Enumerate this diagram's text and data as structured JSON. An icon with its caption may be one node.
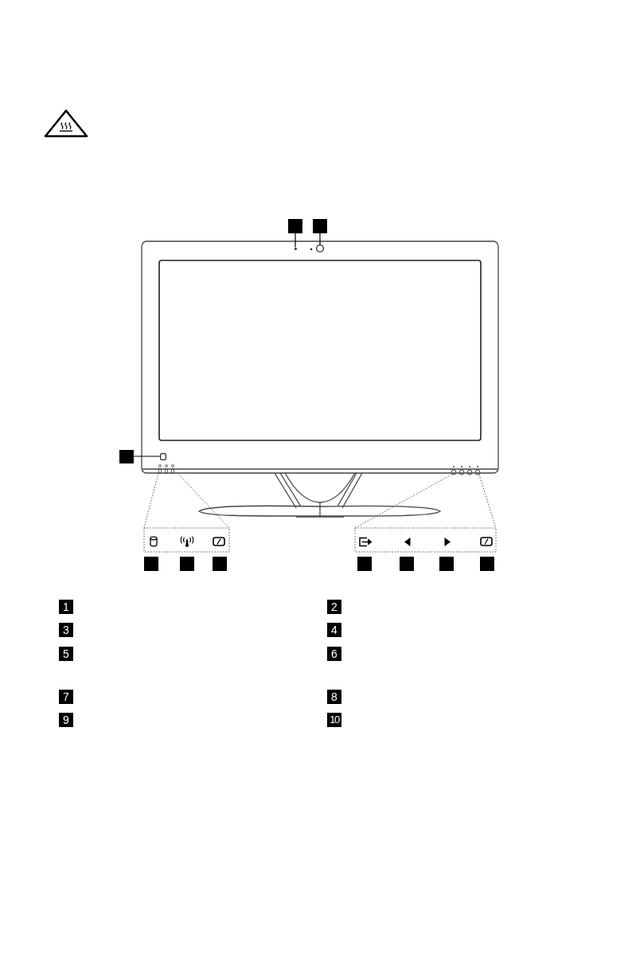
{
  "diagram": {
    "nodes": [
      {
        "text": [],
        "shape": "box"
      },
      {
        "text": [],
        "shape": "box"
      },
      {
        "text": [],
        "shape": "circle"
      },
      {
        "text": [],
        "shape": "circle"
      },
      {
        "text": [],
        "shape": "box"
      },
      {
        "text": [],
        "shape": "box"
      },
      {
        "text": [],
        "shape": "box"
      },
      {
        "text": [],
        "shape": "box"
      },
      {
        "text": [],
        "shape": "box"
      },
      {
        "text": [],
        "shape": "box"
      },
      {
        "text": [],
        "shape": "box"
      },
      {
        "text": [],
        "shape": "box"
      },
      {
        "text": [],
        "shape": "box"
      }
    ],
    "edges": [
      {
        "from": 0,
        "to": 2,
        "arrow": "none"
      },
      {
        "from": 1,
        "to": 3,
        "arrow": "none"
      },
      {
        "from": 4,
        "to": 5,
        "arrow": "none"
      }
    ],
    "labels": [
      "1",
      "2",
      "3",
      "4",
      "5",
      "6",
      "7",
      "8",
      "9",
      "10"
    ]
  }
}
